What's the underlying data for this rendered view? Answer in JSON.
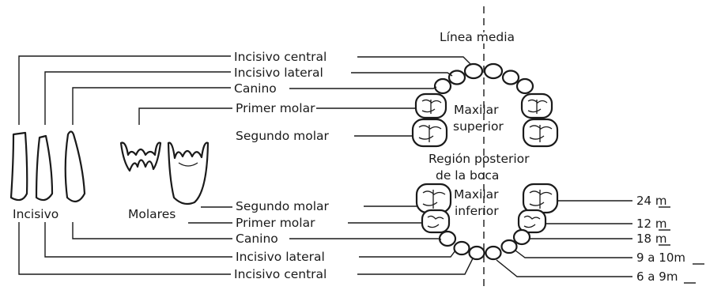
{
  "midline_label": "Línea media",
  "upper_jaw_labels": [
    "Incisivo central",
    "Incisivo lateral",
    "Canino",
    "Primer molar",
    "Segundo molar"
  ],
  "lower_jaw_labels": [
    "Segundo molar",
    "Primer molar",
    "Canino",
    "Incisivo lateral",
    "Incisivo central"
  ],
  "maxilar_superior": [
    "Maxilar",
    "superior"
  ],
  "region_posterior": [
    "Región posterior",
    "de la boca"
  ],
  "maxilar_inferior": [
    "Maxilar",
    "inferior"
  ],
  "incisivo_label": "Incisivo",
  "molares_label": "Molares",
  "eruption_ages": [
    "24 m",
    "12 m",
    "18 m",
    "9 a 10m",
    "6 a 9m"
  ]
}
